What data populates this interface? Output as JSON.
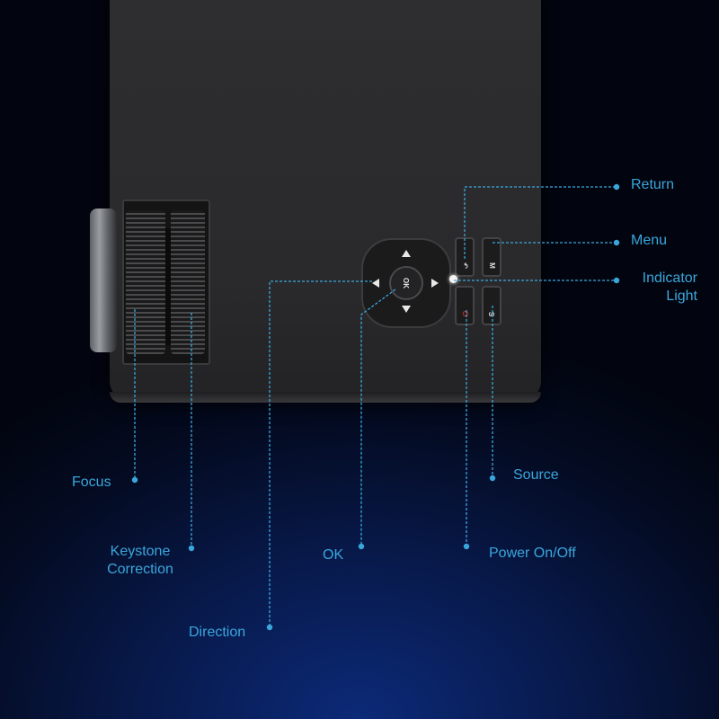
{
  "labels": {
    "return": "Return",
    "menu": "Menu",
    "indicator_line1": "Indicator",
    "indicator_line2": "Light",
    "source": "Source",
    "power": "Power On/Off",
    "ok": "OK",
    "direction": "Direction",
    "focus": "Focus",
    "keystone_line1": "Keystone",
    "keystone_line2": "Correction"
  },
  "buttons": {
    "ok": "OK",
    "menu": "M",
    "source": "S",
    "return": "↶",
    "power": "⏻"
  },
  "colors": {
    "callout": "#3aa6dc",
    "body": "#2a2a2c",
    "power": "#d9342b"
  }
}
